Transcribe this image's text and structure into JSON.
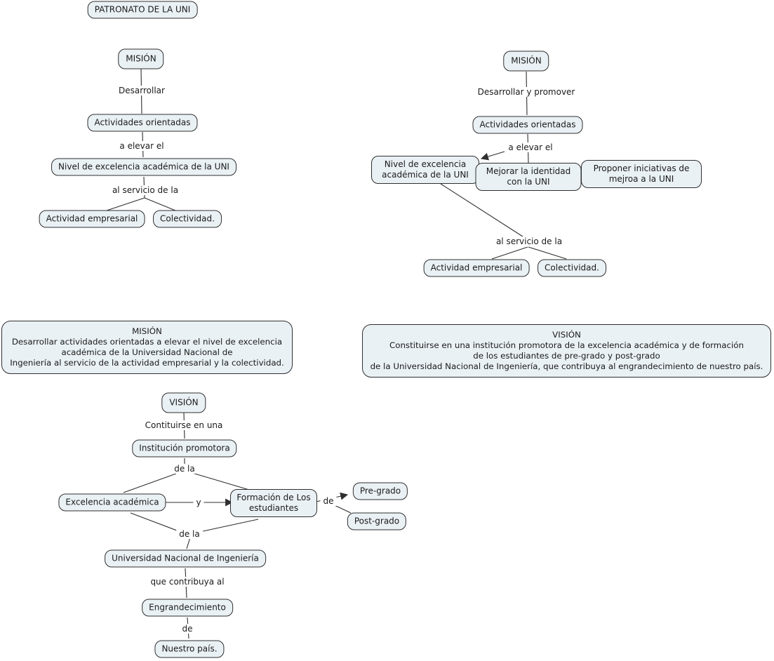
{
  "colors": {
    "node_fill": "#eaf1f5",
    "node_border": "#2f2f2f",
    "line": "#2f2f2f",
    "text": "#1a1a1a"
  },
  "patronato": "PATRONATO DE LA UNI",
  "maps": {
    "mision_left": {
      "nodes": {
        "mision": "MISIÓN",
        "actividades": "Actividades orientadas",
        "nivel": "Nivel de excelencia académica de la UNI",
        "actividad_empresarial": "Actividad empresarial",
        "colectividad": "Colectividad."
      },
      "labels": {
        "desarrollar": "Desarrollar",
        "a_elevar": "a elevar el",
        "al_servicio": "al servicio de la"
      }
    },
    "mision_right": {
      "nodes": {
        "mision": "MISIÓN",
        "actividades": "Actividades orientadas",
        "nivel": "Nivel de excelencia académica de la UNI",
        "mejorar": "Mejorar la identidad con la UNI",
        "proponer": "Proponer iniciativas de mejroa a la UNI",
        "actividad_empresarial": "Actividad empresarial",
        "colectividad": "Colectividad."
      },
      "labels": {
        "desarrollar_promover": "Desarrollar y promover",
        "a_elevar": "a elevar el",
        "al_servicio": "al servicio de la"
      }
    },
    "vision_bottom": {
      "nodes": {
        "vision": "VISIÓN",
        "institucion": "Institución promotora",
        "excelencia": "Excelencia académica",
        "formacion": "Formación de Los estudiantes",
        "pregrado": "Pre-grado",
        "postgrado": "Post-grado",
        "universidad": "Universidad Nacional de Ingeniería",
        "engrandecimiento": "Engrandecimiento",
        "nuestro_pais": "Nuestro país."
      },
      "labels": {
        "contituirse": "Contituirse en una",
        "de_la_top": "de la",
        "y": "y",
        "de_right": "de",
        "de_la_bottom": "de la",
        "que_contribuya": "que contribuya al",
        "de_bottom": "de"
      }
    }
  },
  "summaries": {
    "mision": {
      "title": "MISIÓN",
      "line1": "Desarrollar actividades orientadas a elevar el nivel de excelencia",
      "line2": "académica de la Universidad Nacional de",
      "line3": "Ingeniería al servicio de la actividad empresarial y la colectividad."
    },
    "vision": {
      "title": "VISIÓN",
      "line1": "Constituirse en una institución promotora de la excelencia académica y de formación",
      "line2": "de los estudiantes de pre-grado y post-grado",
      "line3": "de la Universidad Nacional de Ingeniería, que contribuya al engrandecimiento de nuestro país."
    }
  }
}
